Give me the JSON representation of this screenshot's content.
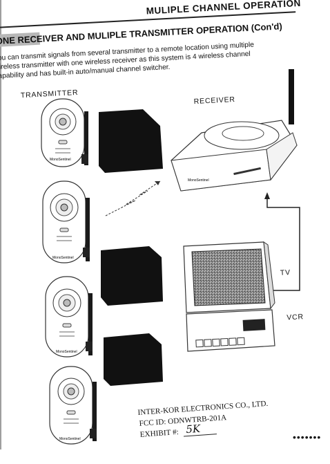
{
  "header": {
    "title": "MULIPLE CHANNEL OPERATION"
  },
  "section": {
    "title": "ONE RECEIVER AND MULIPLE TRANSMITTER OPERATION (Con'd)"
  },
  "body": {
    "lines": [
      "You can transmit signals from several transmitter to a remote location using multiple",
      "wireless transmitter with one wireless receiver as this system is 4 wireless channel",
      "capability and has built-in auto/manual channel switcher."
    ]
  },
  "diagram": {
    "transmitter_label": "TRANSMITTER",
    "receiver_label": "RECEIVER",
    "tv_label": "TV",
    "vcr_label": "VCR",
    "brand": "MonoSentinel"
  },
  "footer": {
    "company": "INTER-KOR ELECTRONICS CO., LTD.",
    "fcc": "FCC ID: ODNWTRB-201A",
    "exhibit_label": "EXHIBIT #:",
    "exhibit_value": "5K"
  }
}
